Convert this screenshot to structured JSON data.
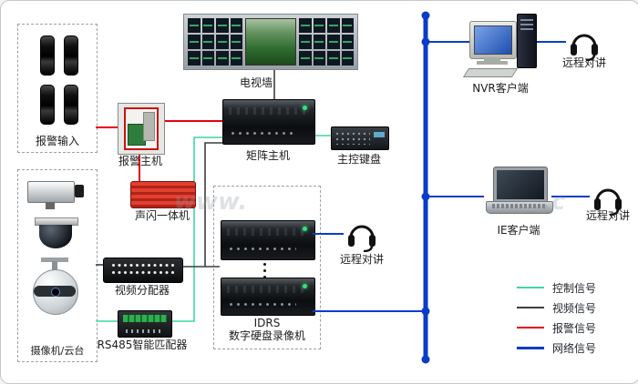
{
  "diagram": {
    "tv_wall": {
      "label": "电视墙"
    },
    "alarm_input": {
      "label": "报警输入"
    },
    "alarm_host": {
      "label": "报警主机"
    },
    "sound_flash_unit": {
      "label": "声闪一体机"
    },
    "matrix_host": {
      "label": "矩阵主机"
    },
    "master_keyboard": {
      "label": "主控键盘"
    },
    "video_splitter": {
      "label": "视频分配器"
    },
    "cameras": {
      "label": "摄像机/云台"
    },
    "rs485_matcher": {
      "label": "RS485智能匹配器"
    },
    "idrs_dvr": {
      "label_line1": "IDRS",
      "label_line2": "数字硬盘录像机"
    },
    "remote_intercom_dvr": {
      "label": "远程对讲"
    },
    "nvr_client": {
      "label": "NVR客户端"
    },
    "remote_intercom_nvr": {
      "label": "远程对讲"
    },
    "ie_client": {
      "label": "IE客户端"
    },
    "remote_intercom_ie": {
      "label": "远程对讲"
    }
  },
  "legend": {
    "items": [
      {
        "id": "control",
        "label": "控制信号",
        "color": "#3fd69f"
      },
      {
        "id": "video",
        "label": "视频信号",
        "color": "#3d3d3d"
      },
      {
        "id": "alarm",
        "label": "报警信号",
        "color": "#e60012"
      },
      {
        "id": "network",
        "label": "网络信号",
        "color": "#0a3cc8"
      }
    ]
  },
  "watermark": {
    "left": "www.",
    "right": ".c"
  }
}
